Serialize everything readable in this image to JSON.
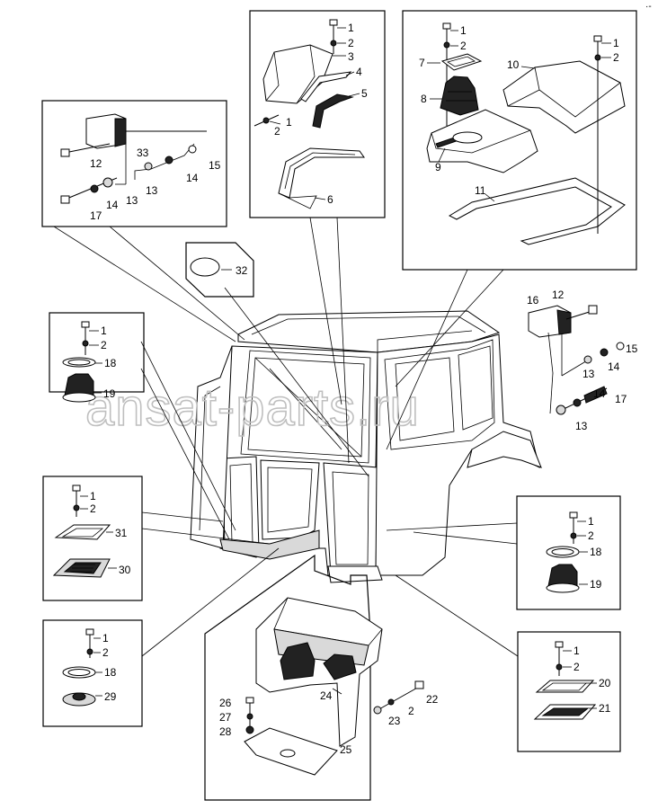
{
  "diagram": {
    "corner_mark": "·-",
    "watermark": "ansat-parts.ru",
    "callouts": {
      "top_center": [
        "1",
        "2",
        "3",
        "4",
        "5",
        "1",
        "2",
        "6"
      ],
      "top_right": [
        "1",
        "2",
        "7",
        "8",
        "9",
        "10",
        "1",
        "2",
        "11"
      ],
      "top_left": [
        "33",
        "12",
        "15",
        "14",
        "13",
        "17",
        "14",
        "13"
      ],
      "oval_panel": [
        "32"
      ],
      "right_upper": [
        "16",
        "12",
        "15",
        "14",
        "13",
        "17",
        "14",
        "13"
      ],
      "left_upper": [
        "1",
        "2",
        "18",
        "19"
      ],
      "left_middle": [
        "1",
        "2",
        "31",
        "30"
      ],
      "right_middle": [
        "1",
        "2",
        "18",
        "19"
      ],
      "left_lower": [
        "1",
        "2",
        "18",
        "29"
      ],
      "bottom_center": [
        "24",
        "22",
        "2",
        "23",
        "26",
        "27",
        "28",
        "25"
      ],
      "right_lower": [
        "1",
        "2",
        "20",
        "21"
      ]
    }
  }
}
